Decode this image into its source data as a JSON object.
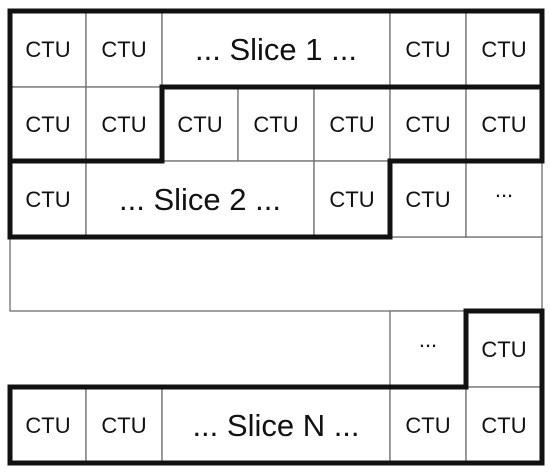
{
  "ctu_label": "CTU",
  "ellipsis": "...",
  "slices": [
    {
      "name": "slice-1",
      "label": "... Slice 1 ..."
    },
    {
      "name": "slice-2",
      "label": "... Slice 2 ..."
    },
    {
      "name": "slice-n",
      "label": "... Slice N ..."
    }
  ],
  "rows": [
    {
      "cells": [
        {
          "kind": "ctu"
        },
        {
          "kind": "ctu"
        },
        {
          "kind": "slice",
          "slice": 0,
          "span": 3
        },
        {
          "kind": "ctu"
        },
        {
          "kind": "ctu"
        }
      ]
    },
    {
      "cells": [
        {
          "kind": "ctu"
        },
        {
          "kind": "ctu"
        },
        {
          "kind": "ctu"
        },
        {
          "kind": "ctu"
        },
        {
          "kind": "ctu"
        },
        {
          "kind": "ctu"
        },
        {
          "kind": "ctu"
        }
      ]
    },
    {
      "cells": [
        {
          "kind": "ctu"
        },
        {
          "kind": "slice",
          "slice": 1,
          "span": 3
        },
        {
          "kind": "ctu"
        },
        {
          "kind": "ctu"
        },
        {
          "kind": "dots"
        }
      ]
    },
    {
      "cells": []
    },
    {
      "cells": [
        {
          "kind": "blank",
          "span": 5
        },
        {
          "kind": "dots"
        },
        {
          "kind": "ctu"
        }
      ]
    },
    {
      "cells": [
        {
          "kind": "ctu"
        },
        {
          "kind": "ctu"
        },
        {
          "kind": "slice",
          "slice": 2,
          "span": 3
        },
        {
          "kind": "ctu"
        },
        {
          "kind": "ctu"
        }
      ]
    }
  ]
}
